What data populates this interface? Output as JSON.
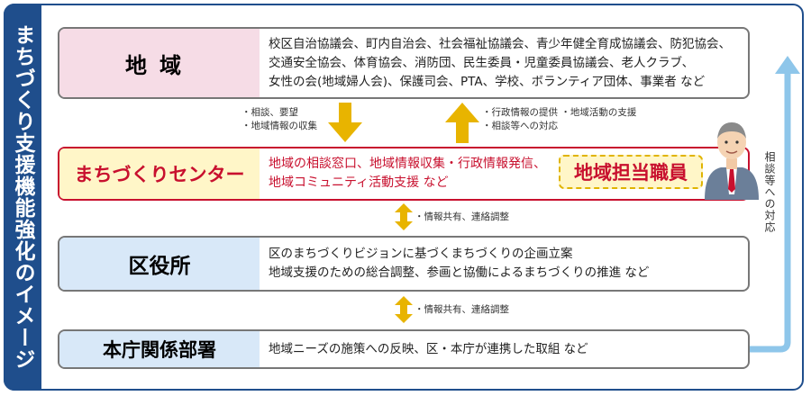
{
  "sidebar_title": "まちづくり支援機能強化のイメージ",
  "rows": {
    "region": {
      "label": "地域",
      "lines": [
        "校区自治協議会、町内自治会、社会福祉協議会、青少年健全育成協議会、防犯協会、",
        "交通安全協会、体育協会、消防団、民生委員・児童委員協議会、老人クラブ、",
        "女性の会(地域婦人会)、保護司会、PTA、学校、ボランティア団体、事業者 など"
      ]
    },
    "center": {
      "label": "まちづくりセンター",
      "lines": [
        "地域の相談窓口、地域情報収集・行政情報発信、",
        "地域コミュニティ活動支援 など"
      ],
      "badge": "地域担当職員"
    },
    "ward": {
      "label": "区役所",
      "lines": [
        "区のまちづくりビジョンに基づくまちづくりの企画立案",
        "地域支援のための総合調整、参画と協働によるまちづくりの推進 など"
      ]
    },
    "hq": {
      "label": "本庁関係部署",
      "lines": [
        "地域ニーズの施策への反映、区・本庁が連携した取組 など"
      ]
    }
  },
  "arrows": {
    "down_notes": [
      "・相談、要望",
      "・地域情報の収集"
    ],
    "up_notes": [
      "・行政情報の提供 ・地域活動の支援",
      "・相談等への対応"
    ],
    "link1": "・情報共有、連絡調整",
    "link2": "・情報共有、連絡調整",
    "side": "相談等への対応"
  },
  "colors": {
    "navy": "#1f4e8c",
    "red": "#c8102e",
    "gold": "#e8b400",
    "lightblue": "#8ec6ea"
  },
  "icons": [
    "staff-person-icon",
    "down-arrow-icon",
    "up-arrow-icon",
    "double-arrow-icon",
    "loop-arrow-icon"
  ]
}
